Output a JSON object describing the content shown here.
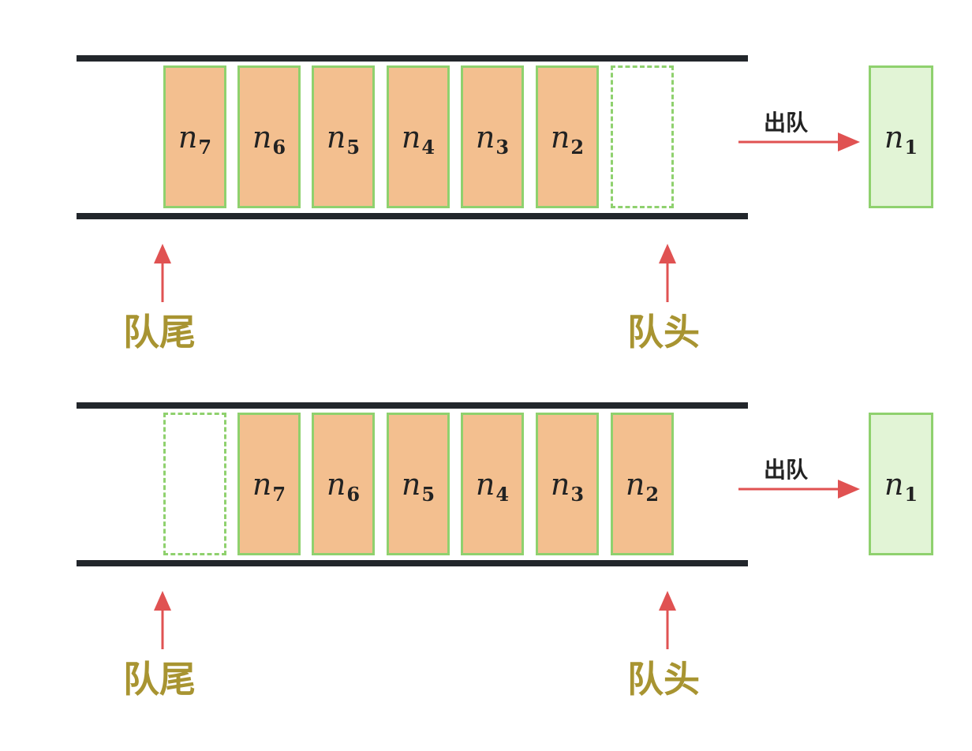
{
  "panels": [
    {
      "cells": [
        {
          "base": "n",
          "sub": "7",
          "empty": false
        },
        {
          "base": "n",
          "sub": "6",
          "empty": false
        },
        {
          "base": "n",
          "sub": "5",
          "empty": false
        },
        {
          "base": "n",
          "sub": "4",
          "empty": false
        },
        {
          "base": "n",
          "sub": "3",
          "empty": false
        },
        {
          "base": "n",
          "sub": "2",
          "empty": false
        },
        {
          "base": "",
          "sub": "",
          "empty": true
        }
      ],
      "dequeue_label": "出队",
      "dequeued": {
        "base": "n",
        "sub": "1"
      },
      "rear_label": "队尾",
      "front_label": "队头"
    },
    {
      "cells": [
        {
          "base": "",
          "sub": "",
          "empty": true
        },
        {
          "base": "n",
          "sub": "7",
          "empty": false
        },
        {
          "base": "n",
          "sub": "6",
          "empty": false
        },
        {
          "base": "n",
          "sub": "5",
          "empty": false
        },
        {
          "base": "n",
          "sub": "4",
          "empty": false
        },
        {
          "base": "n",
          "sub": "3",
          "empty": false
        },
        {
          "base": "n",
          "sub": "2",
          "empty": false
        }
      ],
      "dequeue_label": "出队",
      "dequeued": {
        "base": "n",
        "sub": "1"
      },
      "rear_label": "队尾",
      "front_label": "队头"
    }
  ],
  "colors": {
    "rail": "#22262b",
    "cell_fill": "#f3bf8f",
    "cell_border": "#8fd16e",
    "dequeued_fill": "#e2f4d6",
    "arrow": "#e05252",
    "pointer_text": "#a89431"
  }
}
